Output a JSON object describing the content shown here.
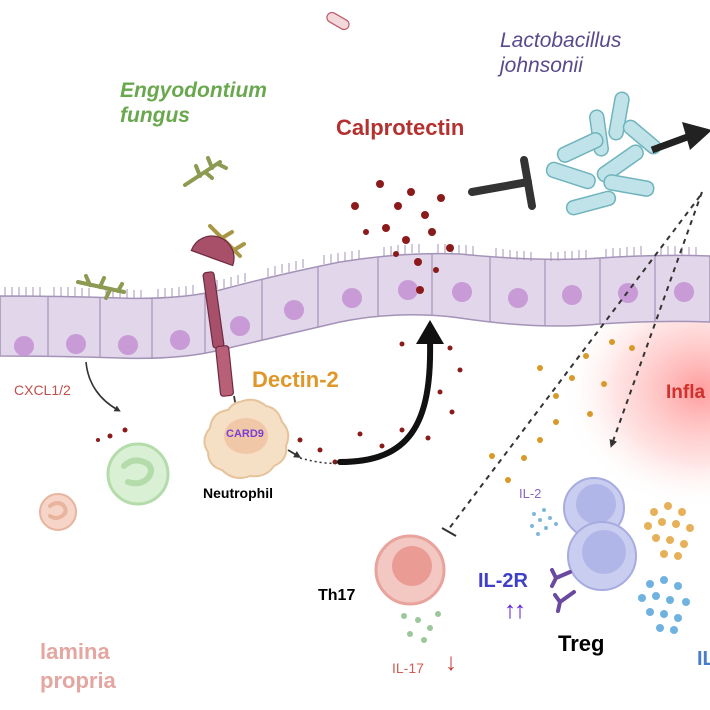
{
  "labels": {
    "fungus": [
      "Engyodontium",
      "fungus"
    ],
    "lactobacillus": [
      "Lactobacillus",
      "johnsonii"
    ],
    "calprotectin": "Calprotectin",
    "dectin2": "Dectin-2",
    "cxcl": "CXCL1/2",
    "card9": "CARD9",
    "neutrophil": "Neutrophil",
    "inflammation_partial": "Infla",
    "il2": "IL-2",
    "il2r": "IL-2R",
    "il2r_change": "↑↑",
    "th17": "Th17",
    "il17": "IL-17",
    "il17_change": "↓",
    "treg": "Treg",
    "il_partial": "IL",
    "lamina_propria": [
      "lamina",
      "propria"
    ]
  },
  "colors": {
    "epithelium": "#e2d6ea",
    "nucleus": "#c89ad6",
    "calprotectin": "#8b1a1a",
    "fungus": "#8c9a52",
    "lactobacillus": "#bfe3e8",
    "neutrophil": "#f5dfc5",
    "treg": "#c9cdf0",
    "th17": "#f3c7c2",
    "inflammation_glow": "#ff6b6b"
  },
  "icons": [
    "fungus-spore-icon",
    "bacteria-cluster-icon",
    "dectin2-receptor-icon",
    "neutrophil-cell-icon",
    "th17-cell-icon",
    "treg-cell-icon",
    "inhibition-bar-icon",
    "arrow-icon"
  ]
}
